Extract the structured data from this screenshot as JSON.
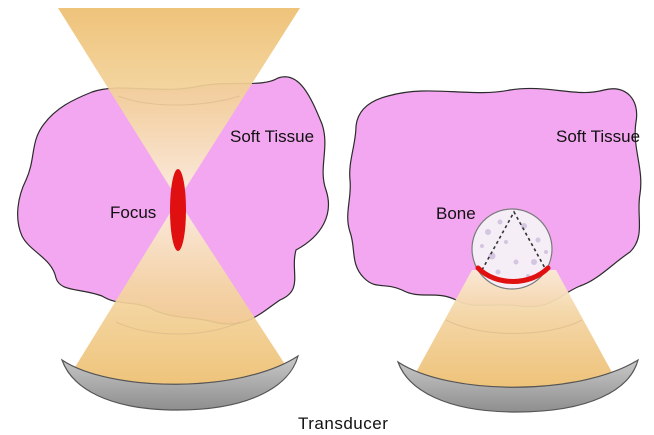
{
  "labels": {
    "soft_tissue_left": "Soft Tissue",
    "soft_tissue_right": "Soft Tissue",
    "focus": "Focus",
    "bone": "Bone",
    "transducer": "Transducer"
  },
  "colors": {
    "tissue_fill": "#F2A7F0",
    "tissue_outline": "#2B2B2B",
    "beam_fill": "#EFC77E",
    "focus_red": "#E01010",
    "transducer_fill": "#A9A9A9",
    "transducer_outline": "#555555",
    "bone_fill": "#F6EEF6",
    "bone_outline": "#7A7A7A"
  }
}
